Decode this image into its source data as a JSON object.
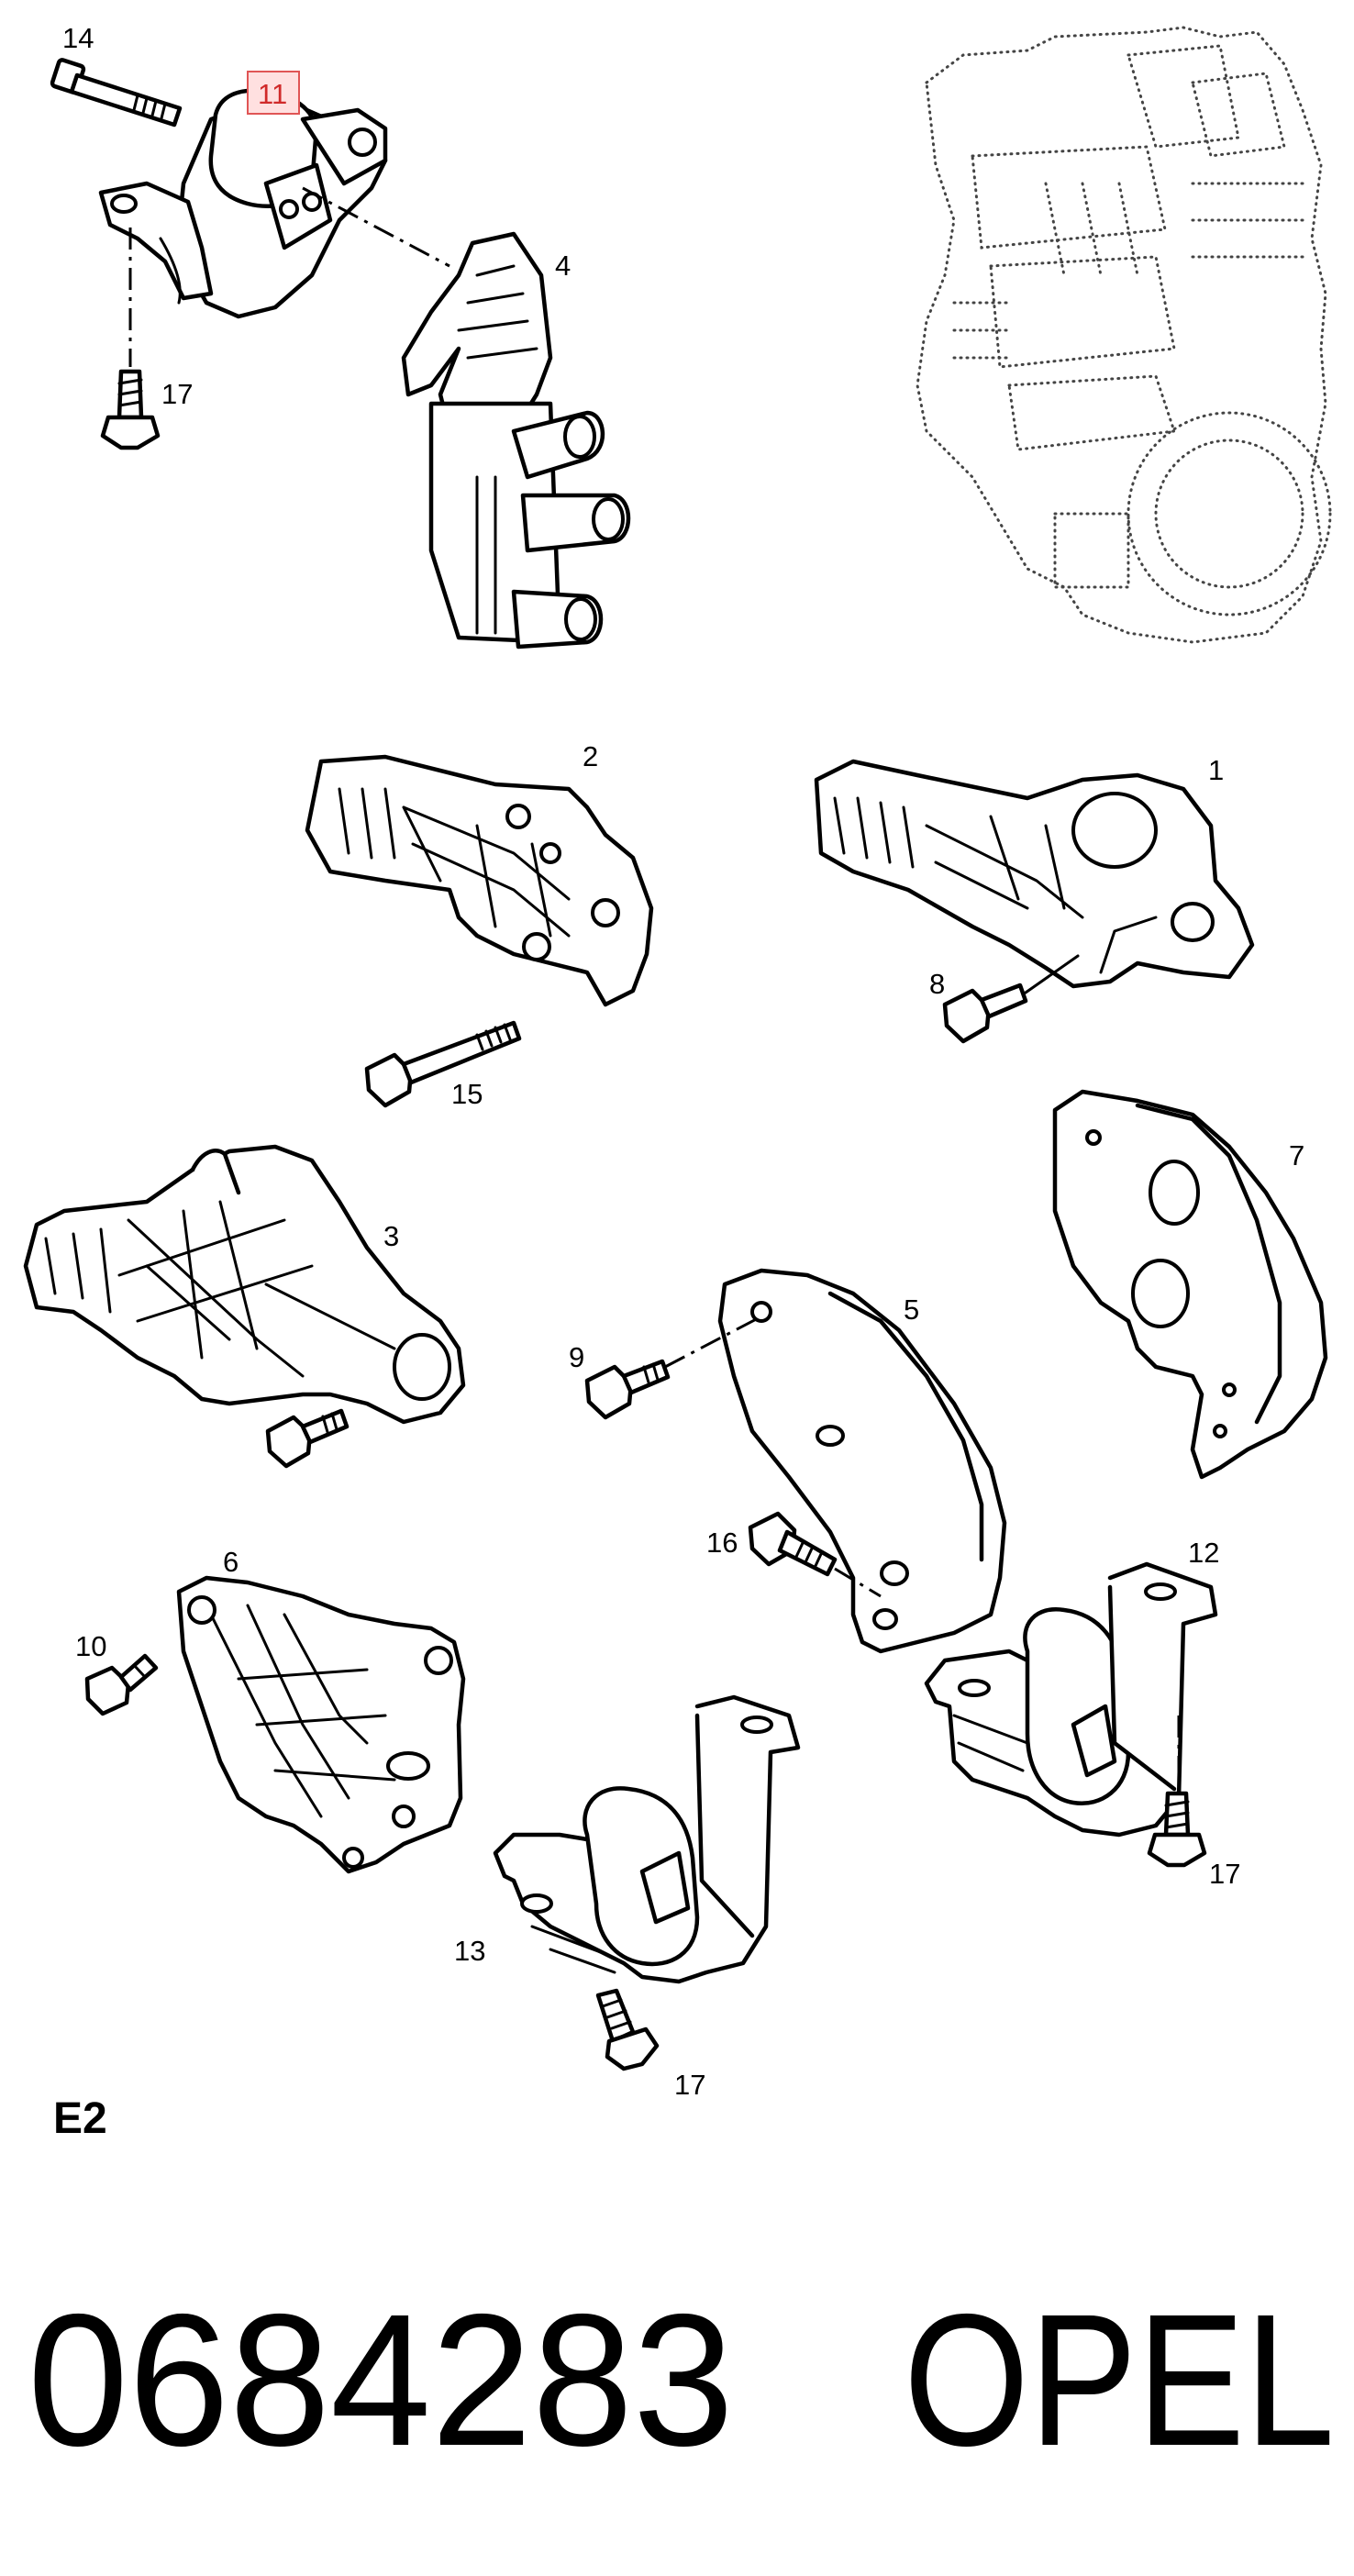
{
  "diagram": {
    "callouts": {
      "c1": "1",
      "c2": "2",
      "c3": "3",
      "c4": "4",
      "c5": "5",
      "c6": "6",
      "c7": "7",
      "c8": "8",
      "c9": "9",
      "c10": "10",
      "c11": "11",
      "c12": "12",
      "c13": "13",
      "c14": "14",
      "c15": "15",
      "c16": "16",
      "c17a": "17",
      "c17b": "17",
      "c17c": "17"
    },
    "highlighted_callout": "11",
    "highlight_color": "#e05555",
    "section_label": "E2"
  },
  "footer": {
    "part_number": "0684283",
    "brand": "OPEL"
  }
}
